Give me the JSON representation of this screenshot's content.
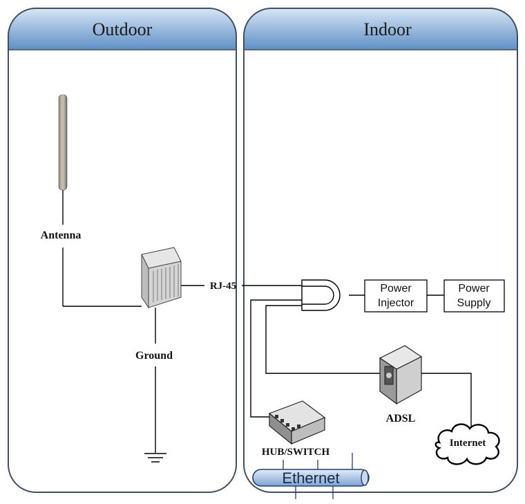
{
  "panels": {
    "outdoor": {
      "title": "Outdoor"
    },
    "indoor": {
      "title": "Indoor"
    }
  },
  "labels": {
    "antenna": "Antenna",
    "ground": "Ground",
    "rj45": "RJ-45",
    "power_injector_line1": "Power",
    "power_injector_line2": "Injector",
    "power_supply_line1": "Power",
    "power_supply_line2": "Supply",
    "adsl": "ADSL",
    "internet": "Internet",
    "hub_switch": "HUB/SWITCH",
    "ethernet": "Ethernet"
  },
  "colors": {
    "header_top": "#d7e6f4",
    "header_bottom": "#5f8fc6",
    "panel_border": "#3f4f66",
    "line": "#000000",
    "ethernet_fill": "#9db9dc"
  },
  "icons": {
    "antenna": "antenna-icon",
    "radio": "outdoor-radio-icon",
    "ground": "ground-symbol-icon",
    "combiner": "combiner-icon",
    "adsl": "adsl-modem-icon",
    "internet": "cloud-icon",
    "hub": "hub-switch-icon"
  }
}
